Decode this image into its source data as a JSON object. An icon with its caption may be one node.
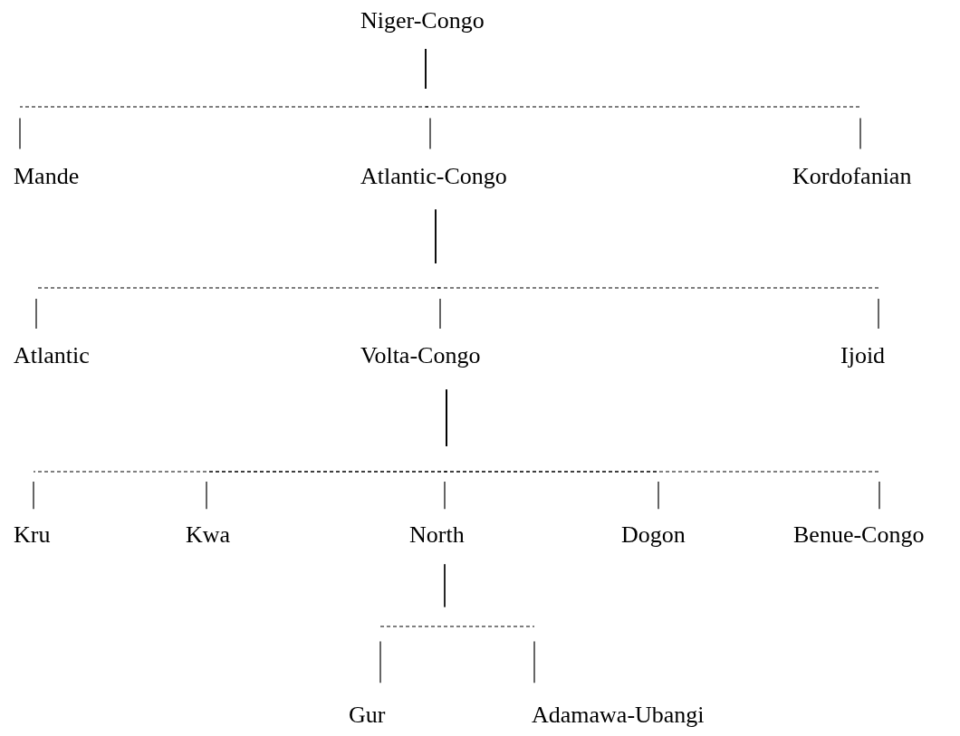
{
  "diagram": {
    "nodes": [
      {
        "text": [
          "Niger-Congo"
        ]
      },
      {
        "text": [
          "Mande"
        ]
      },
      {
        "text": [
          "Atlantic-Congo"
        ]
      },
      {
        "text": [
          "Kordofanian"
        ]
      },
      {
        "text": [
          "Atlantic"
        ]
      },
      {
        "text": [
          "Volta-Congo"
        ]
      },
      {
        "text": [
          "Ijoid"
        ]
      },
      {
        "text": [
          "Kru"
        ]
      },
      {
        "text": [
          "Kwa"
        ]
      },
      {
        "text": [
          "North"
        ]
      },
      {
        "text": [
          "Dogon"
        ]
      },
      {
        "text": [
          "Benue-Congo"
        ]
      },
      {
        "text": [
          "Gur"
        ]
      },
      {
        "text": [
          "Adamawa-Ubangi"
        ]
      }
    ],
    "edges": [
      {
        "from": 0,
        "to": 1,
        "arrow": "none"
      },
      {
        "from": 0,
        "to": 2,
        "arrow": "none"
      },
      {
        "from": 0,
        "to": 3,
        "arrow": "none"
      },
      {
        "from": 2,
        "to": 4,
        "arrow": "none"
      },
      {
        "from": 2,
        "to": 5,
        "arrow": "none"
      },
      {
        "from": 2,
        "to": 6,
        "arrow": "none"
      },
      {
        "from": 5,
        "to": 7,
        "arrow": "none"
      },
      {
        "from": 5,
        "to": 8,
        "arrow": "none"
      },
      {
        "from": 5,
        "to": 9,
        "arrow": "none"
      },
      {
        "from": 5,
        "to": 10,
        "arrow": "none"
      },
      {
        "from": 5,
        "to": 11,
        "arrow": "none"
      },
      {
        "from": 9,
        "to": 12,
        "arrow": "none"
      },
      {
        "from": 9,
        "to": 13,
        "arrow": "none"
      }
    ]
  }
}
